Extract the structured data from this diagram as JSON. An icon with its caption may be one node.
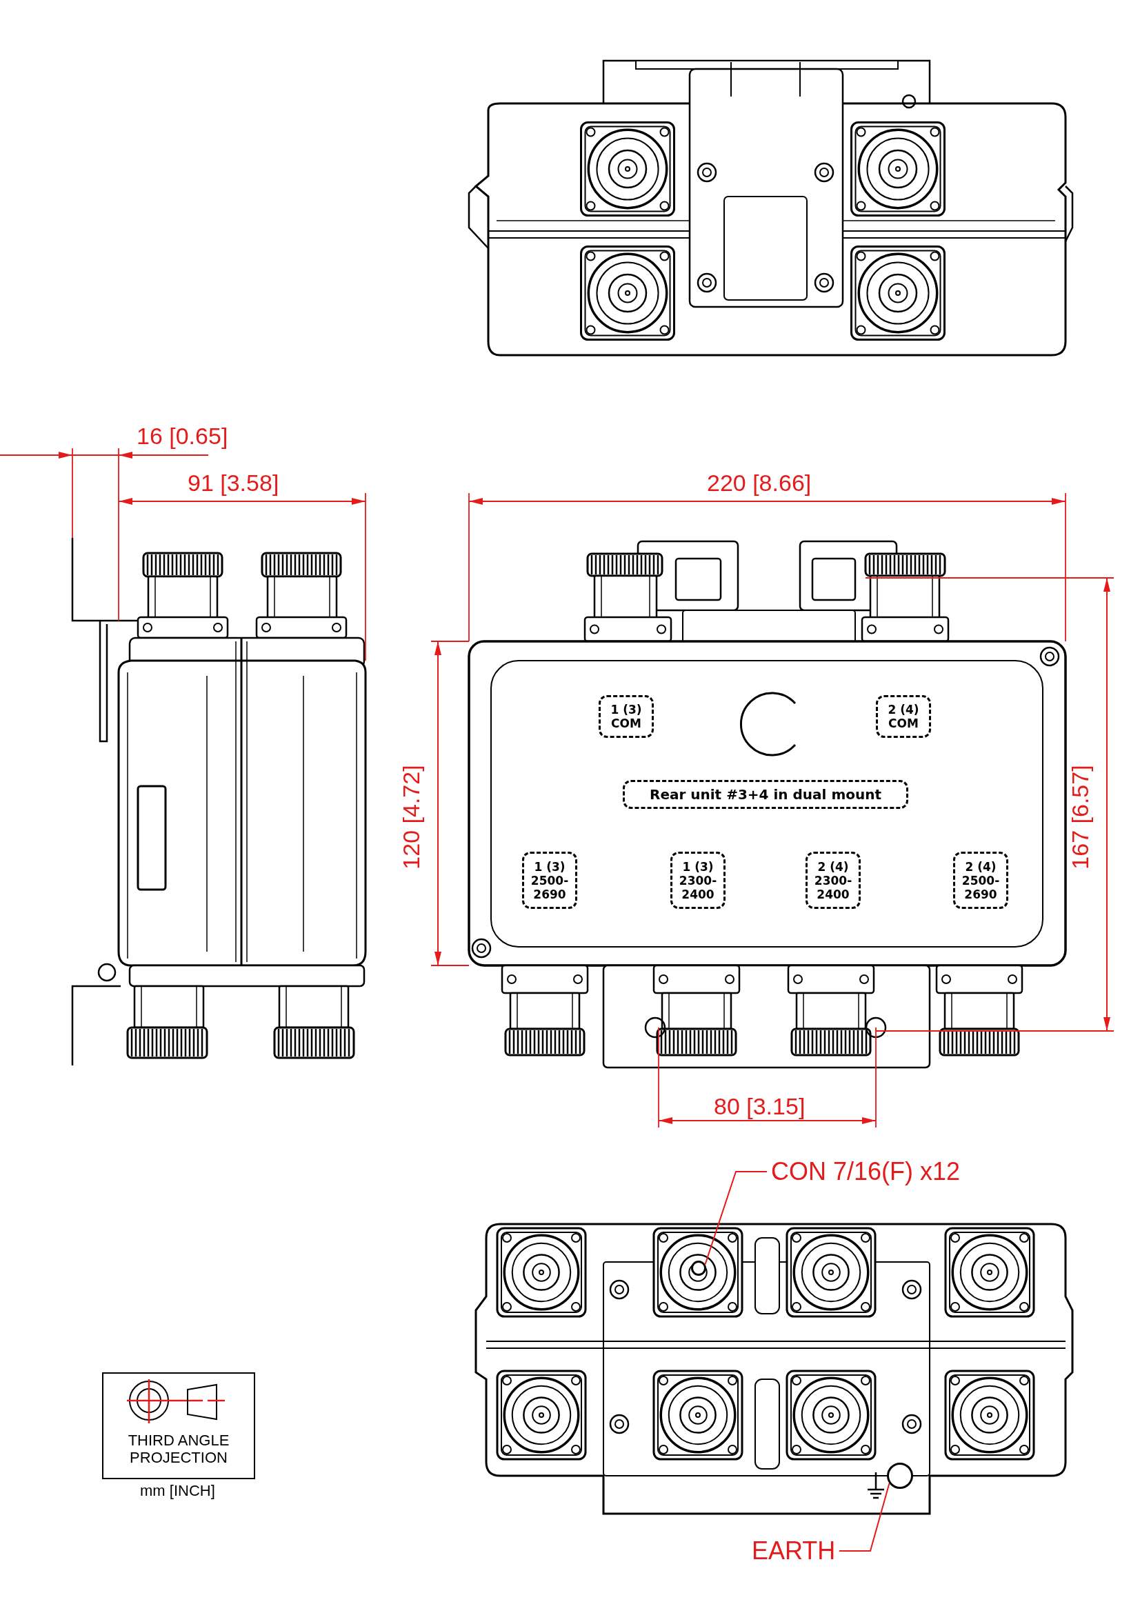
{
  "diagram": {
    "nodes": [
      {
        "text": [
          "1 (3) COM"
        ]
      },
      {
        "text": [
          "2 (4) COM"
        ]
      },
      {
        "text": [
          "Rear unit #3+4 in dual mount"
        ]
      },
      {
        "text": [
          "1 (3) 2500-2690"
        ]
      },
      {
        "text": [
          "1 (3) 2300-2400"
        ]
      },
      {
        "text": [
          "2 (4) 2300-2400"
        ]
      },
      {
        "text": [
          "2 (4) 2500-2690"
        ]
      },
      {
        "text": [
          "CON 7/16(F) x12"
        ]
      },
      {
        "text": [],
        "shape": "circle"
      },
      {
        "text": [
          "THIRD ANGLE PROJECTION"
        ]
      },
      {
        "text": [],
        "shape": "circle"
      },
      {
        "text": [
          "EARTH"
        ]
      }
    ],
    "edges": [
      {
        "from": 7,
        "to": 8,
        "arrow": "none"
      },
      {
        "from": 11,
        "to": 10,
        "arrow": "none"
      }
    ],
    "labels": [
      "16 [0.65]",
      "91 [3.58]",
      "220 [8.66]",
      "120 [4.72]",
      "167 [6.57]",
      "80 [3.15]",
      "mm [INCH]"
    ]
  }
}
